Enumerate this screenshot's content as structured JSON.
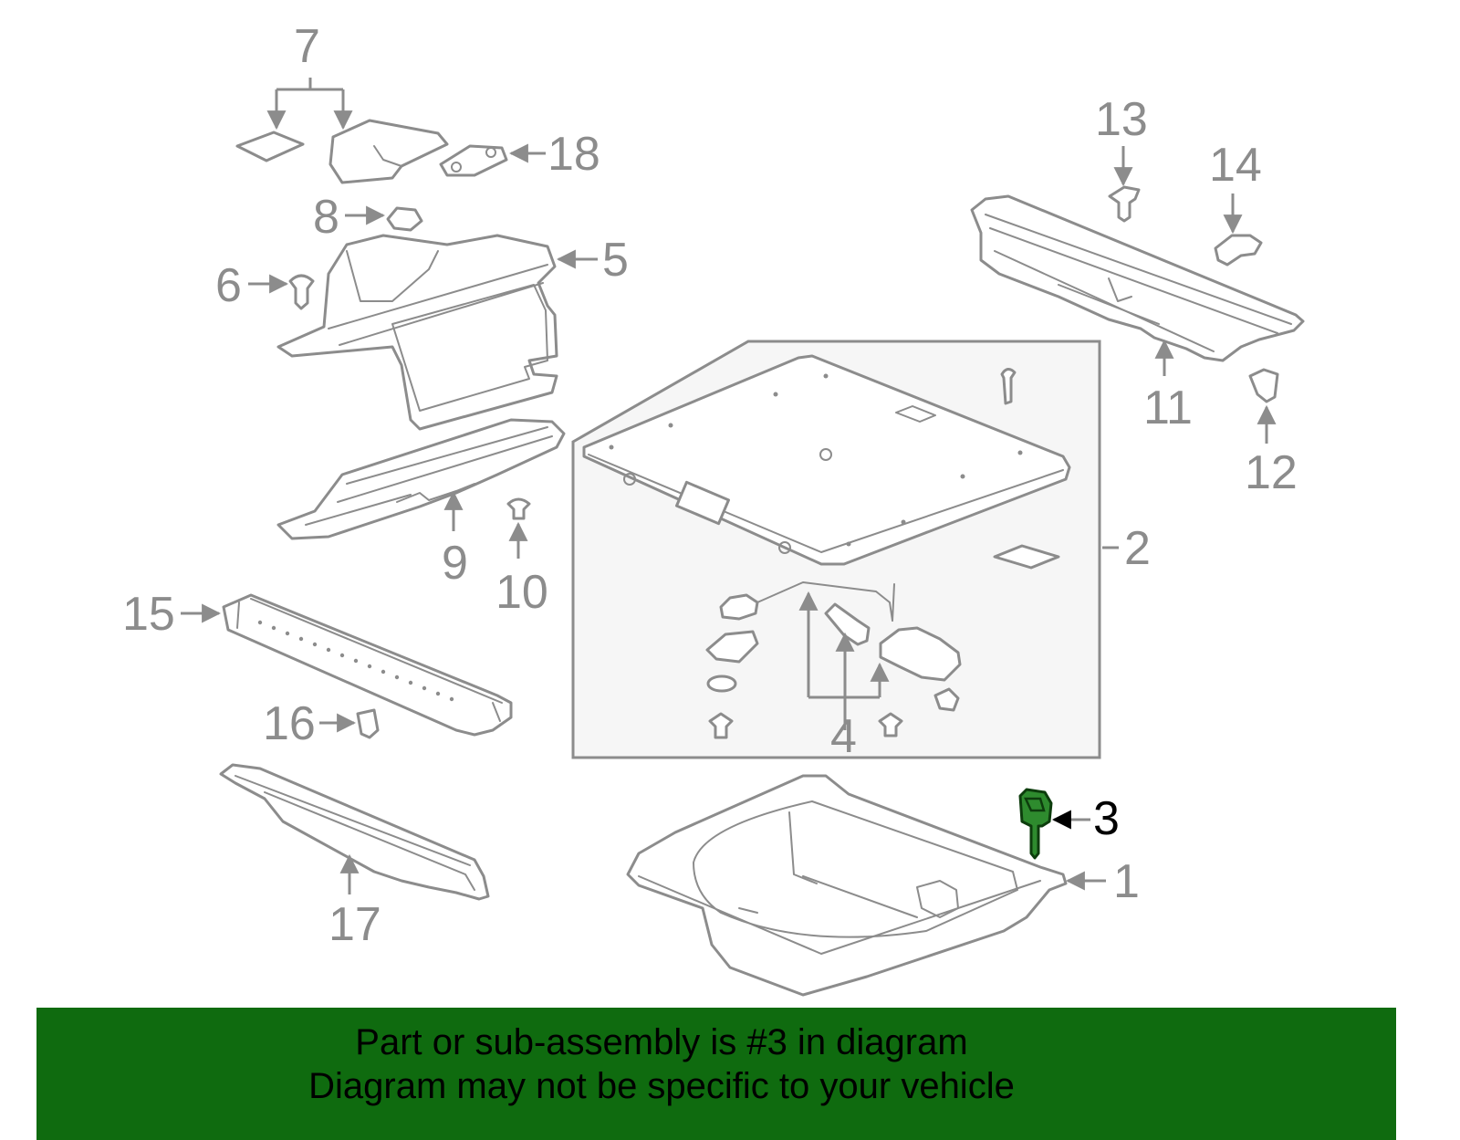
{
  "diagram": {
    "callouts": [
      "1",
      "2",
      "3",
      "4",
      "5",
      "6",
      "7",
      "8",
      "9",
      "10",
      "11",
      "12",
      "13",
      "14",
      "15",
      "16",
      "17",
      "18"
    ],
    "highlighted_callout": "3",
    "colors": {
      "line": "#8c8c8c",
      "highlight_fill": "#2e8b2e",
      "highlight_stroke": "#0d3d0d",
      "subassembly_box_fill": "#f6f6f6",
      "banner_bg": "#0f6b0f"
    }
  },
  "banner": {
    "line1": "Part or sub-assembly is #3 in diagram",
    "line2": "Diagram may not be specific to your vehicle"
  }
}
